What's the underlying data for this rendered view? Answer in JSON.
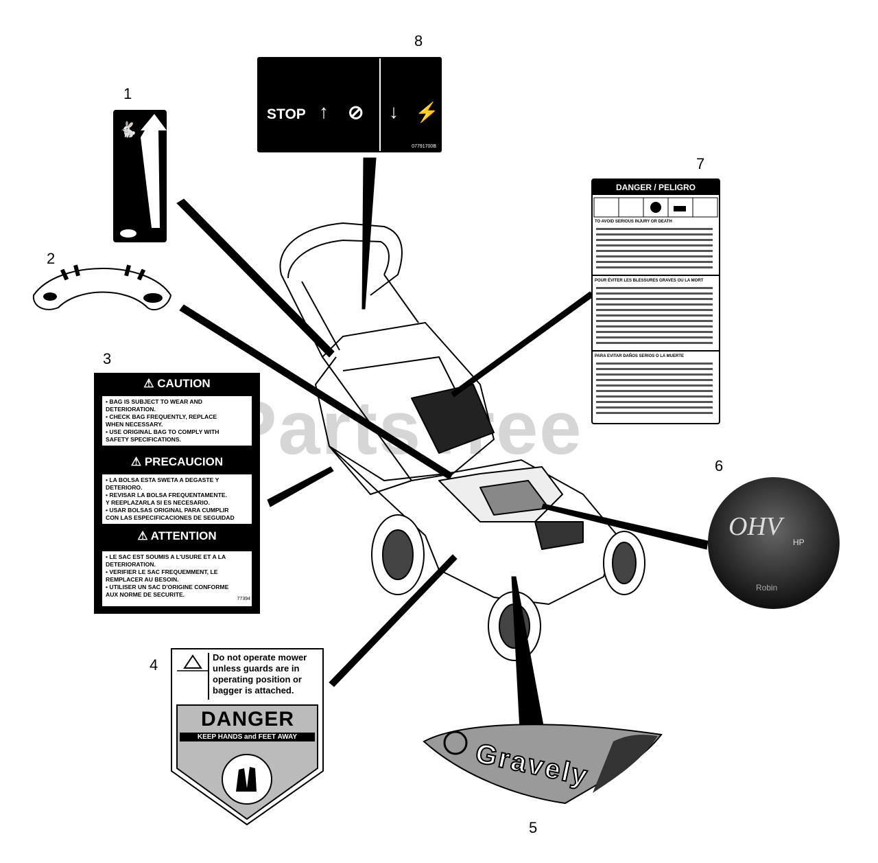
{
  "watermark": "PartsTree",
  "callouts": [
    "1",
    "2",
    "3",
    "4",
    "5",
    "6",
    "7",
    "8"
  ],
  "decal8": {
    "stop": "STOP",
    "code": "07791700B"
  },
  "decal3": {
    "caution": {
      "title": "CAUTION",
      "lines": [
        "• BAG IS SUBJECT TO WEAR AND",
        "  DETERIORATION.",
        "• CHECK BAG FREQUENTLY, REPLACE",
        "  WHEN NECESSARY.",
        "• USE ORIGINAL BAG TO COMPLY WITH",
        "  SAFETY SPECIFICATIONS."
      ]
    },
    "precaucion": {
      "title": "PRECAUCION",
      "lines": [
        "• LA BOLSA ESTA SWETA A DEGASTE Y",
        "  DETERIORO.",
        "• REVISAR LA BOLSA FREQUENTAMENTE.",
        "  Y REEPLAZARLA SI ES NECESARIO.",
        "• USAR BOLSAS ORIGINAL PARA CUMPLIR",
        "  CON LAS ESPECIFICACIONES DE SEGUIDAD"
      ]
    },
    "attention": {
      "title": "ATTENTION",
      "lines": [
        "• LE SAC EST SOUMIS A L'USURE ET A LA",
        "  DETERIORATION.",
        "• VERIFIER LE SAC FREQUEMMENT, LE",
        "  REMPLACER AU BESOIN.",
        "• UTILISER UN SAC D'ORIGINE CONFORME",
        "  AUX NORME DE SECURITE."
      ]
    },
    "part_number": "77394"
  },
  "decal4": {
    "message": [
      "Do not operate mower",
      "unless guards are in",
      "operating position or",
      "bagger is attached."
    ],
    "danger": "DANGER",
    "keep": "KEEP HANDS and FEET AWAY"
  },
  "decal7": {
    "header": "DANGER / PELIGRO",
    "sections": [
      "TO AVOID SERIOUS INJURY OR DEATH",
      "POUR ÉVITER LES BLESSURES GRAVES OU LA MORT",
      "PARA EVITAR DAÑOS SERIOS O LA MUERTE"
    ]
  },
  "decal6": {
    "ohv": "OHV",
    "hp": "HP",
    "brand": "Robin"
  },
  "decal5": {
    "brand": "Gravely"
  }
}
